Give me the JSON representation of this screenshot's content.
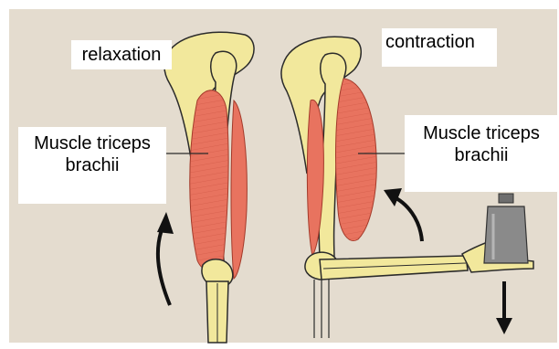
{
  "labels": {
    "relaxation": "relaxation",
    "contraction": "contraction",
    "muscle_left_line1": "Muscle triceps",
    "muscle_left_line2": "brachii",
    "muscle_right_line1": "Muscle triceps",
    "muscle_right_line2": "brachii"
  },
  "colors": {
    "background": "#e4dccf",
    "bone": "#f2e89c",
    "muscle": "#e8735f",
    "outline": "#2b2b2b",
    "label_box": "#ffffff"
  },
  "icons": [
    "curved-arrow-up-icon",
    "curved-arrow-left-icon",
    "down-arrow-icon",
    "weight-icon"
  ]
}
